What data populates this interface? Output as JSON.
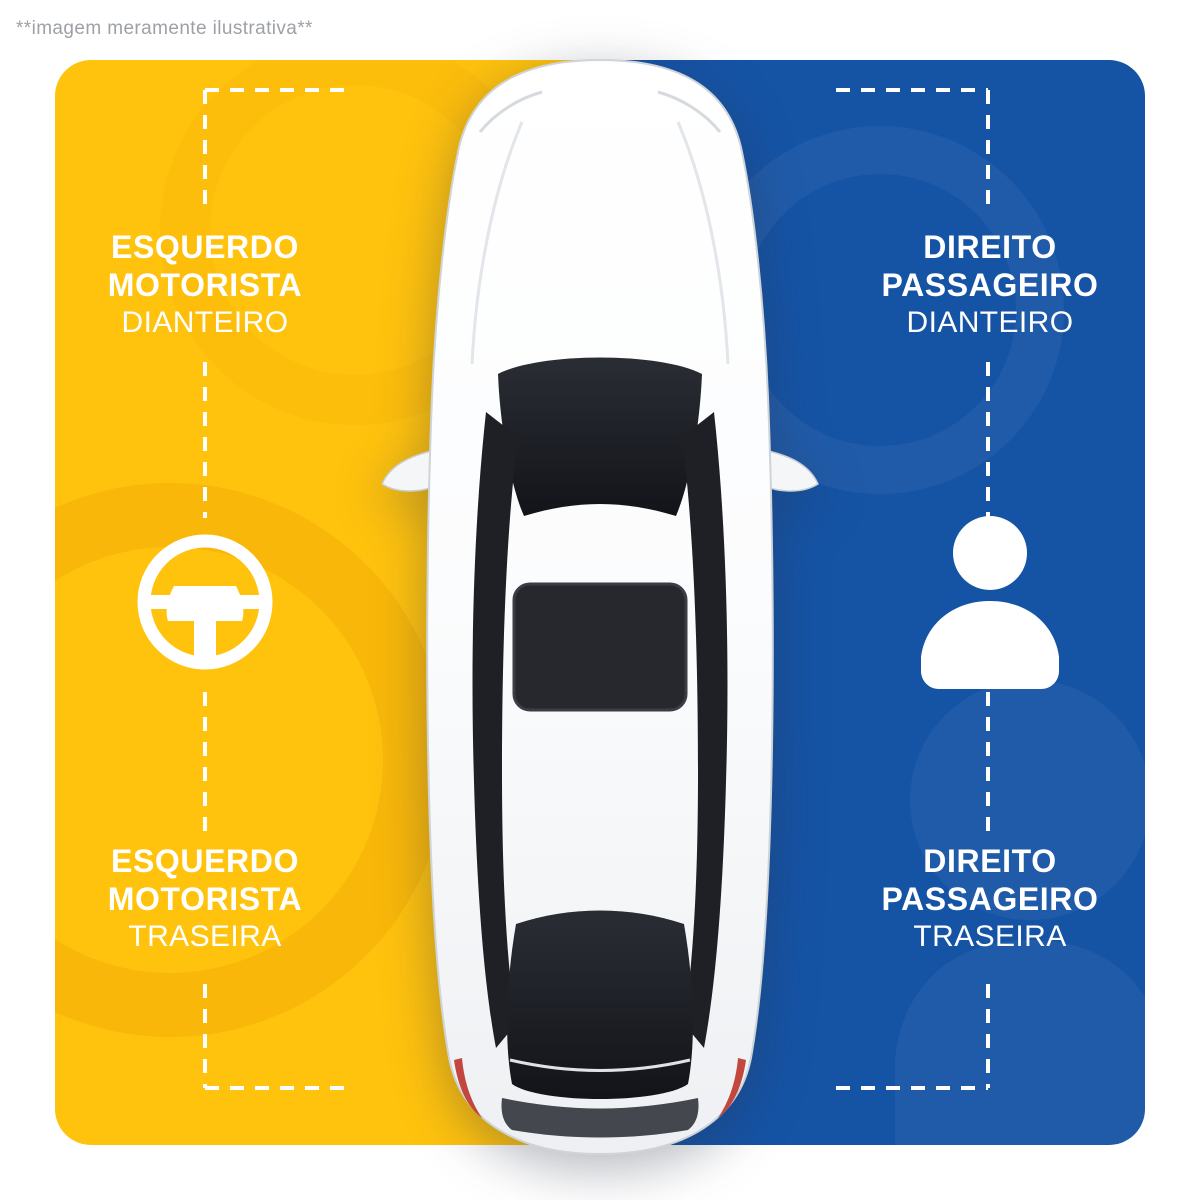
{
  "disclaimer": "**imagem meramente ilustrativa**",
  "panels": {
    "left": {
      "color": "#FFC20D",
      "front": {
        "l1": "ESQUERDO",
        "l2": "MOTORISTA",
        "l3": "DIANTEIRO"
      },
      "rear": {
        "l1": "ESQUERDO",
        "l2": "MOTORISTA",
        "l3": "TRASEIRA"
      },
      "icon": "steering-wheel-icon"
    },
    "right": {
      "color": "#1553A5",
      "front": {
        "l1": "DIREITO",
        "l2": "PASSAGEIRO",
        "l3": "DIANTEIRO"
      },
      "rear": {
        "l1": "DIREITO",
        "l2": "PASSAGEIRO",
        "l3": "TRASEIRA"
      },
      "icon": "passenger-icon"
    }
  },
  "illustration": "car-top-view"
}
